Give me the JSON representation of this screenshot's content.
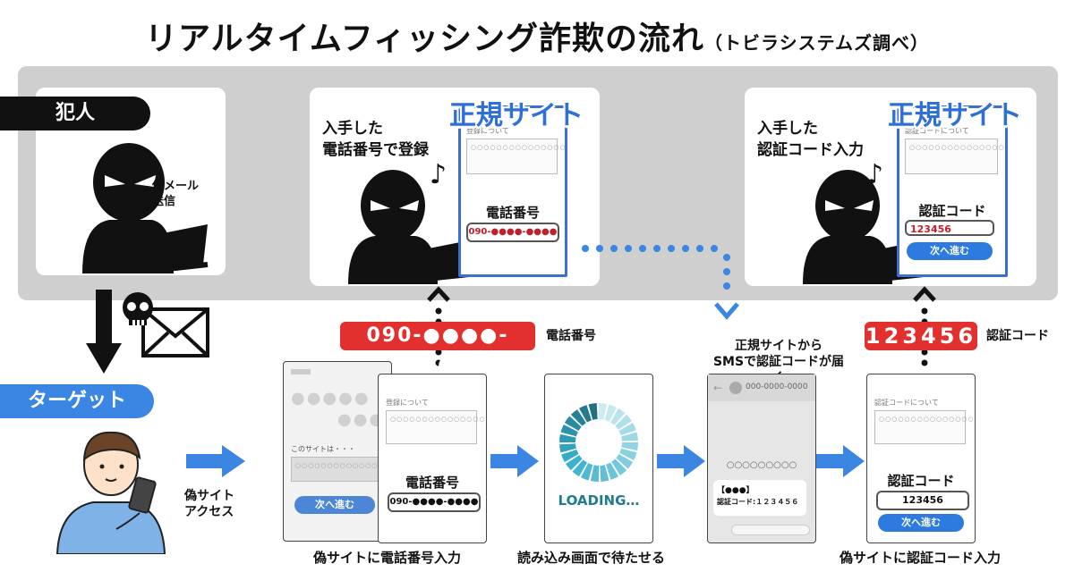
{
  "title": {
    "main": "リアルタイムフィッシング詐欺の流れ",
    "sub": "（トビラシステムズ調べ）"
  },
  "roles": {
    "criminal": "犯人",
    "target": "ターゲット"
  },
  "criminal_panel": {
    "caption_line1": "偽メール",
    "caption_line2": "送信"
  },
  "phone_register_panel": {
    "caption_line1": "入手した",
    "caption_line2": "電話番号で登録",
    "site_label": "正規サイト",
    "form_heading": "登録について",
    "field_label": "電話番号",
    "field_value": "090-●●●●-●●●●"
  },
  "code_input_panel": {
    "caption_line1": "入手した",
    "caption_line2": "認証コード入力",
    "site_label": "正規サイト",
    "form_heading": "認証コードについて",
    "field_label": "認証コード",
    "field_value": "123456",
    "button_label": "次へ進む"
  },
  "steps": {
    "access_line1": "偽サイト",
    "access_line2": "アクセス",
    "stolen_phone_value": "090-●●●●-●●●●",
    "stolen_phone_label": "電話番号",
    "stolen_code_value": "123456",
    "stolen_code_label": "認証コード",
    "sms_note_line1": "正規サイトから",
    "sms_note_line2": "SMSで認証コードが届く",
    "fake_back_heading": "このサイトは・・・",
    "fake_back_button": "次へ進む",
    "fake_front_heading": "登録について",
    "fake_front_field_label": "電話番号",
    "fake_front_field_value": "090-●●●●-●●●●",
    "loading_text": "LOADING…",
    "sms_number": "000-0000-0000",
    "sms_body_dots": "○○○○○○○○○",
    "sms_message_line1": "【●●●】",
    "sms_message_line2": "認証コード:１２３４５６",
    "fake_code_heading": "認証コードについて",
    "fake_code_field_label": "認証コード",
    "fake_code_field_value": "123456",
    "fake_code_button": "次へ進む",
    "caption_phone_input": "偽サイトに電話番号入力",
    "caption_loading": "読み込み画面で待たせる",
    "caption_code_input": "偽サイトに認証コード入力"
  },
  "placeholder_dots": "○○○○○○○○○○○○○○○",
  "colors": {
    "accent_blue": "#2e7be0",
    "alert_red": "#e2302f",
    "band_gray": "#cfcfcf"
  }
}
